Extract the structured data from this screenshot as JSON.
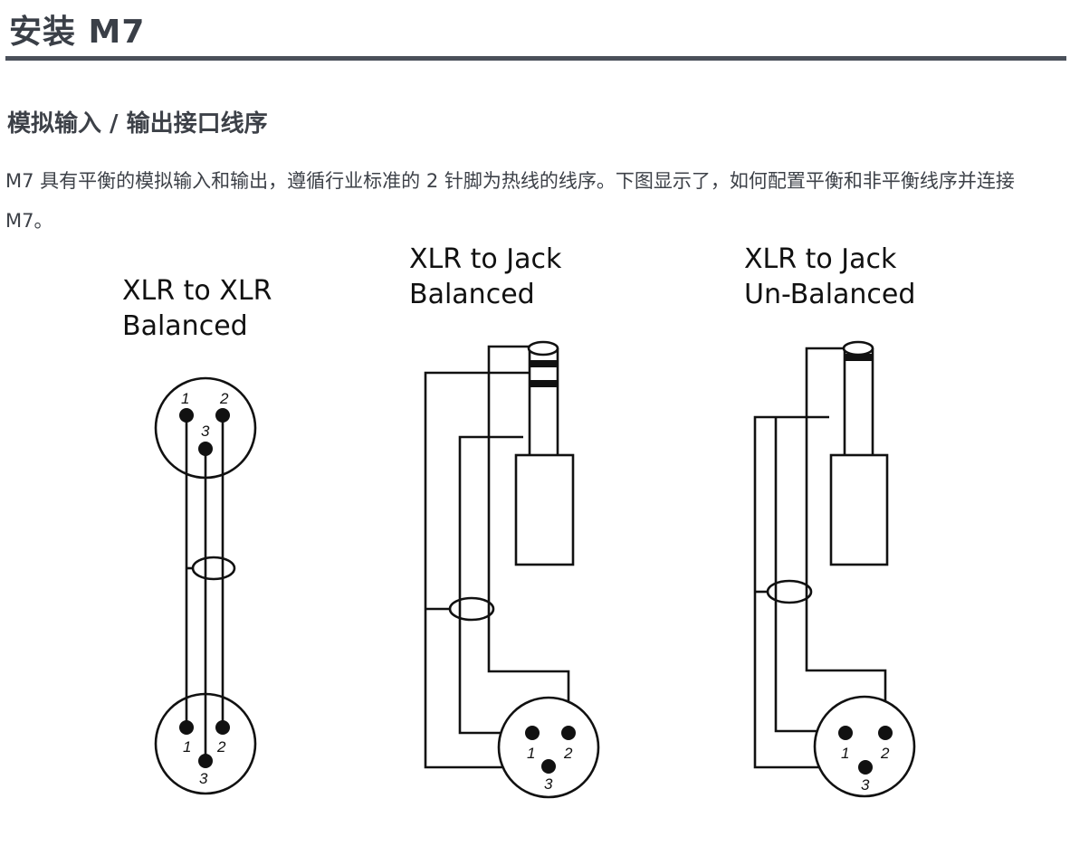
{
  "page": {
    "title": "安装 M7",
    "section_heading": "模拟输入 / 输出接口线序",
    "intro": "M7 具有平衡的模拟输入和输出，遵循行业标准的 2 针脚为热线的线序。下图显示了，如何配置平衡和非平衡线序并连接 M7。"
  },
  "diagrams": [
    {
      "label_line1": "XLR to XLR",
      "label_line2": "Balanced"
    },
    {
      "label_line1": "XLR to Jack",
      "label_line2": "Balanced"
    },
    {
      "label_line1": "XLR to Jack",
      "label_line2": "Un-Balanced"
    }
  ],
  "pins": {
    "p1": "1",
    "p2": "2",
    "p3": "3"
  }
}
